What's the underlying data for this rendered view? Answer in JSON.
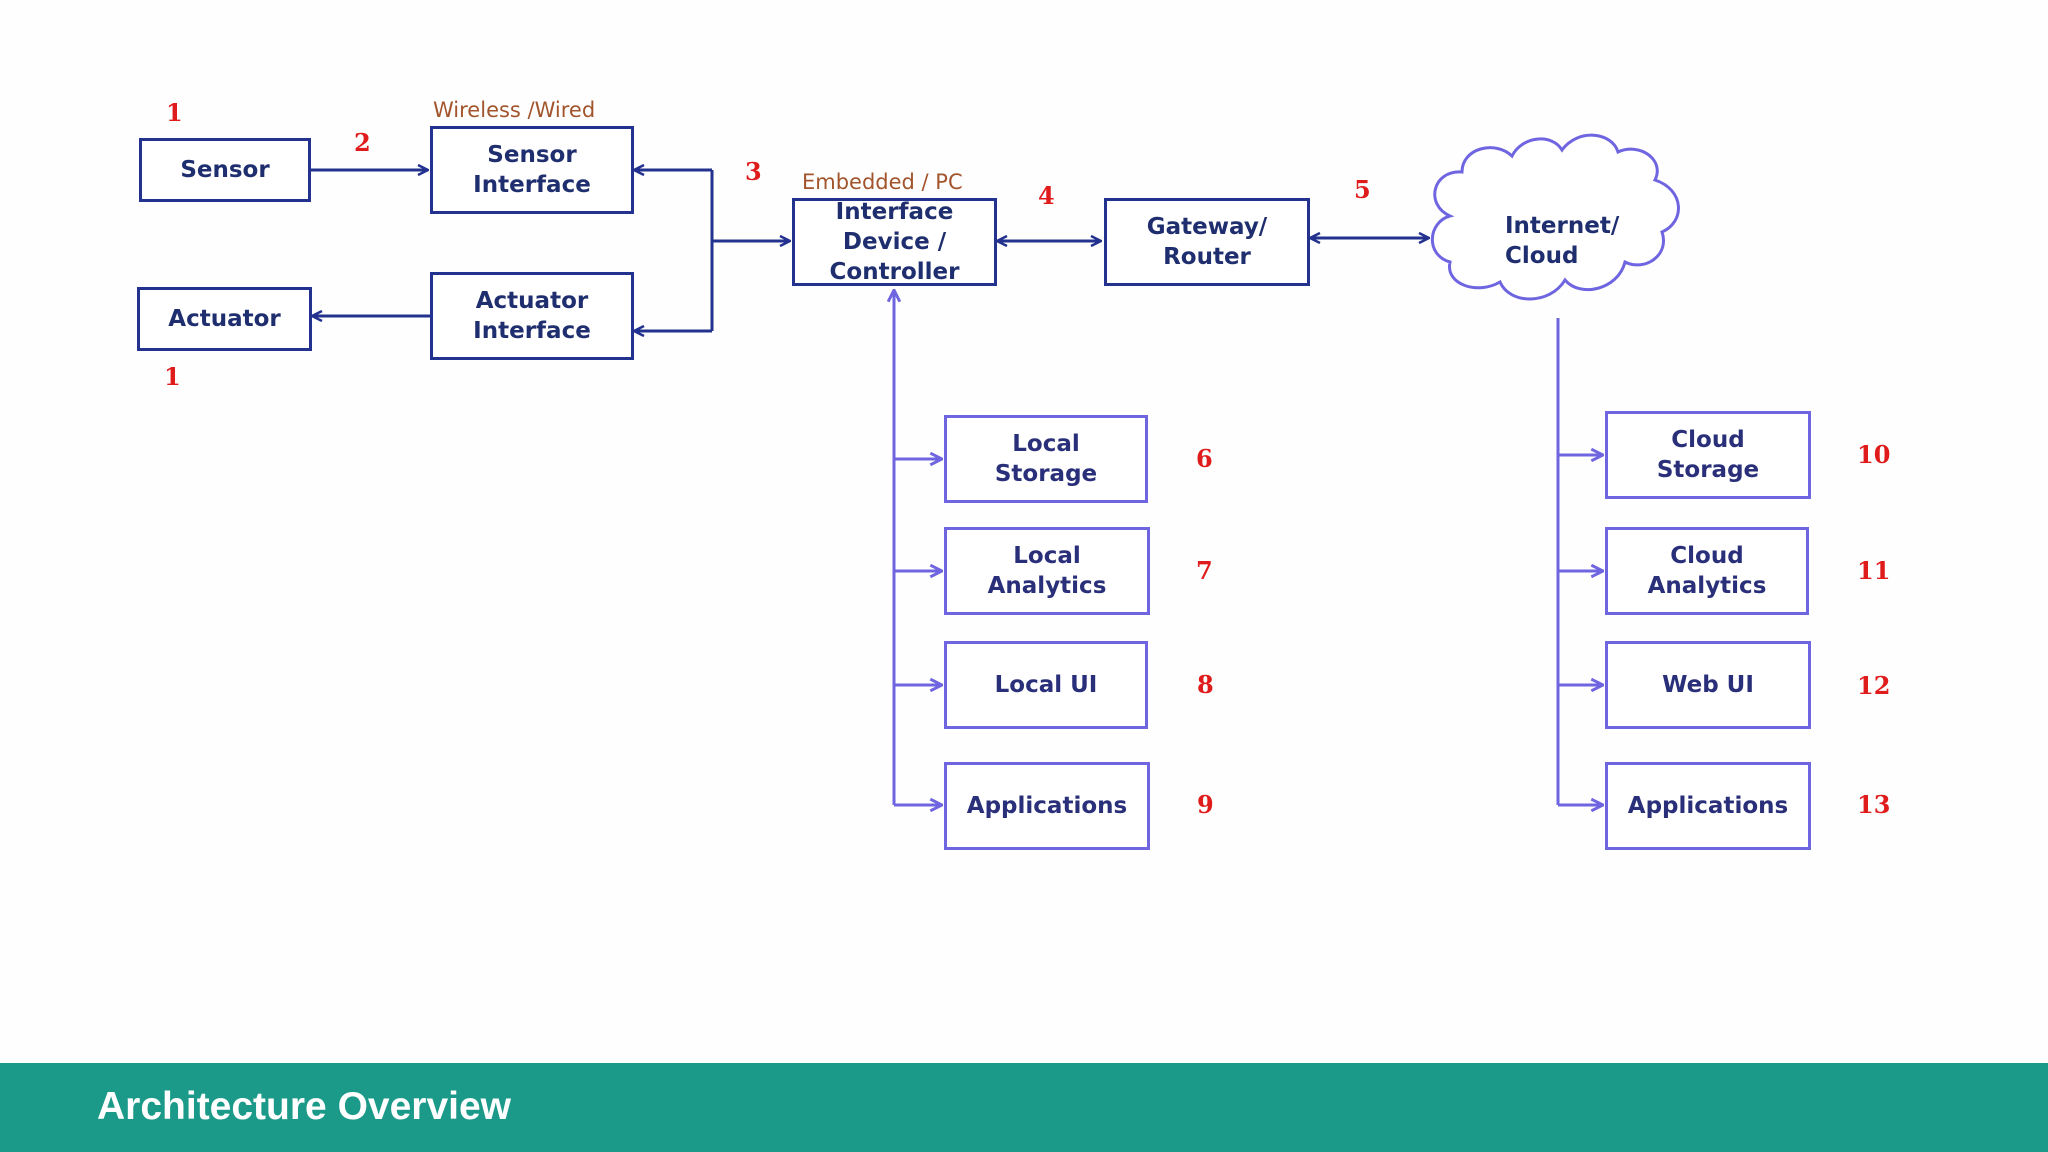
{
  "diagram": {
    "boxes": {
      "sensor": "Sensor",
      "sensor_interface": "Sensor\nInterface",
      "actuator": "Actuator",
      "actuator_interface": "Actuator\nInterface",
      "interface_device": "Interface\nDevice /\nController",
      "gateway": "Gateway/\nRouter",
      "internet_cloud": "Internet/\nCloud",
      "local_storage": "Local\nStorage",
      "local_analytics": "Local\nAnalytics",
      "local_ui": "Local UI",
      "local_applications": "Applications",
      "cloud_storage": "Cloud\nStorage",
      "cloud_analytics": "Cloud\nAnalytics",
      "web_ui": "Web UI",
      "cloud_applications": "Applications"
    },
    "notes": {
      "wireless_wired": "Wireless /Wired",
      "embedded_pc": "Embedded / PC"
    },
    "numbers": {
      "sensor": "1",
      "actuator": "1",
      "n2": "2",
      "n3": "3",
      "n4": "4",
      "n5": "5",
      "n6": "6",
      "n7": "7",
      "n8": "8",
      "n9": "9",
      "n10": "10",
      "n11": "11",
      "n12": "12",
      "n13": "13"
    },
    "colors": {
      "dark_line": "#23318f",
      "light_line": "#6f65e0",
      "number": "#e01b1b",
      "note": "#a2552c"
    }
  },
  "footer": {
    "title": "Architecture Overview",
    "color": "#1c9a89"
  }
}
